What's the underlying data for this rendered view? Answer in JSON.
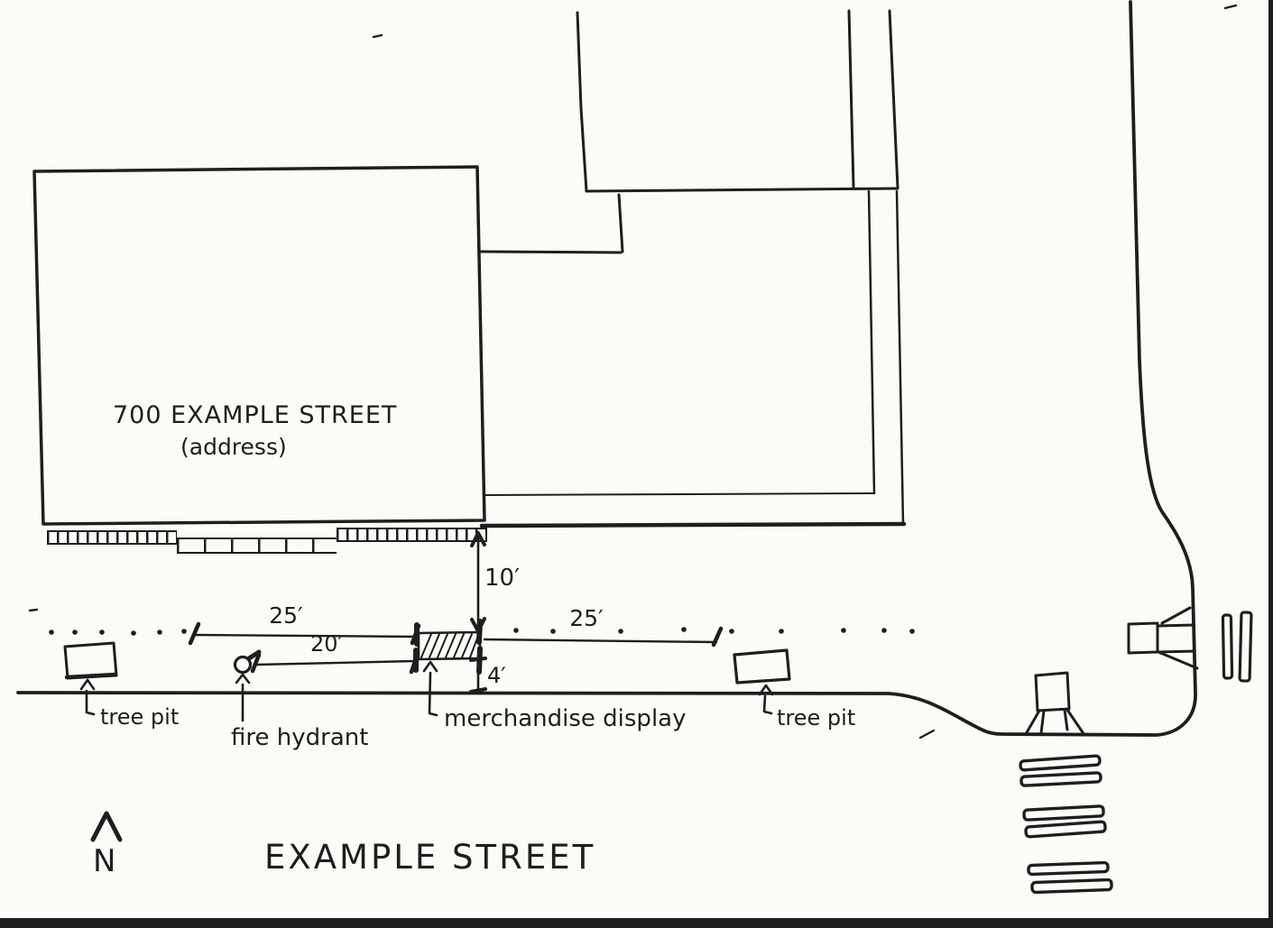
{
  "colors": {
    "ink": "#1e1e1e",
    "paper": "#fbfbf8"
  },
  "building": {
    "address_line1": "700 EXAMPLE STREET",
    "address_line2": "(address)"
  },
  "street": {
    "name": "EXAMPLE STREET"
  },
  "compass": {
    "north_label": "N"
  },
  "features": {
    "tree_pit_west": "tree pit",
    "fire_hydrant": "fire hydrant",
    "merchandise_display": "merchandise display",
    "tree_pit_east": "tree pit"
  },
  "dimensions": {
    "west_gap": "25′",
    "hydrant_gap": "20′",
    "building_setback": "10′",
    "curb_gap": "4′",
    "east_gap": "25′"
  }
}
